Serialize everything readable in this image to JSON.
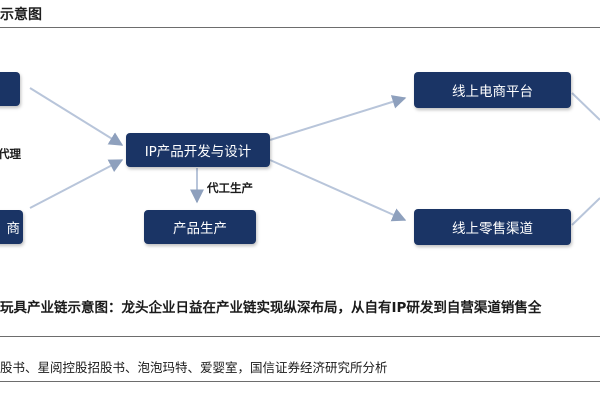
{
  "header": {
    "title": "示意图"
  },
  "diagram": {
    "nodes": {
      "left_bottom": "商",
      "center": "IP产品开发与设计",
      "bottom": "产品生产",
      "right_top": "线上电商平台",
      "right_bottom": "线上零售渠道"
    },
    "edge_labels": {
      "left_middle": "代理",
      "center_to_bottom": "代工生产"
    }
  },
  "caption": "玩具产业链示意图：龙头企业日益在产业链实现纵深布局，从自有IP研发到自营渠道销售全",
  "source": "股书、星阅控股招股书、泡泡玛特、爱婴室，国信证券经济研究所分析"
}
